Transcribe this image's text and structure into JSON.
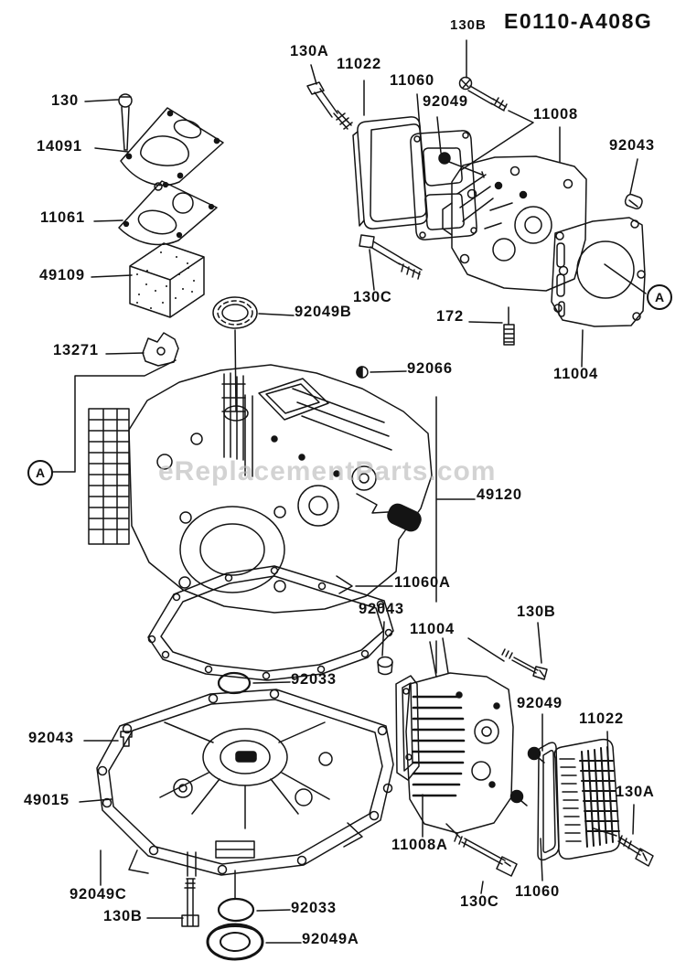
{
  "header": {
    "ref_label": "130B",
    "title": "E0110-A408G"
  },
  "watermark": "eReplacementParts.com",
  "view_markers": {
    "left": "A",
    "right": "A"
  },
  "part_labels": [
    {
      "id": "130",
      "text": "130"
    },
    {
      "id": "14091",
      "text": "14091"
    },
    {
      "id": "11061",
      "text": "11061"
    },
    {
      "id": "49109",
      "text": "49109"
    },
    {
      "id": "13271",
      "text": "13271"
    },
    {
      "id": "130A-top",
      "text": "130A"
    },
    {
      "id": "11022-top",
      "text": "11022"
    },
    {
      "id": "11060-top",
      "text": "11060"
    },
    {
      "id": "92049-top",
      "text": "92049"
    },
    {
      "id": "11008",
      "text": "11008"
    },
    {
      "id": "92043-top",
      "text": "92043"
    },
    {
      "id": "92049B",
      "text": "92049B"
    },
    {
      "id": "130C-top",
      "text": "130C"
    },
    {
      "id": "172",
      "text": "172"
    },
    {
      "id": "92066",
      "text": "92066"
    },
    {
      "id": "11004-top",
      "text": "11004"
    },
    {
      "id": "49120",
      "text": "49120"
    },
    {
      "id": "11060A",
      "text": "11060A"
    },
    {
      "id": "92043-mid",
      "text": "92043"
    },
    {
      "id": "11004-mid",
      "text": "11004"
    },
    {
      "id": "130B-mid",
      "text": "130B"
    },
    {
      "id": "92033-top",
      "text": "92033"
    },
    {
      "id": "92043-pan",
      "text": "92043"
    },
    {
      "id": "49015",
      "text": "49015"
    },
    {
      "id": "92049-low",
      "text": "92049"
    },
    {
      "id": "11022-low",
      "text": "11022"
    },
    {
      "id": "130A-low",
      "text": "130A"
    },
    {
      "id": "11008A",
      "text": "11008A"
    },
    {
      "id": "92049C",
      "text": "92049C"
    },
    {
      "id": "130B-low",
      "text": "130B"
    },
    {
      "id": "92033-low",
      "text": "92033"
    },
    {
      "id": "92049A",
      "text": "92049A"
    },
    {
      "id": "130C-low",
      "text": "130C"
    },
    {
      "id": "11060-low",
      "text": "11060"
    }
  ]
}
